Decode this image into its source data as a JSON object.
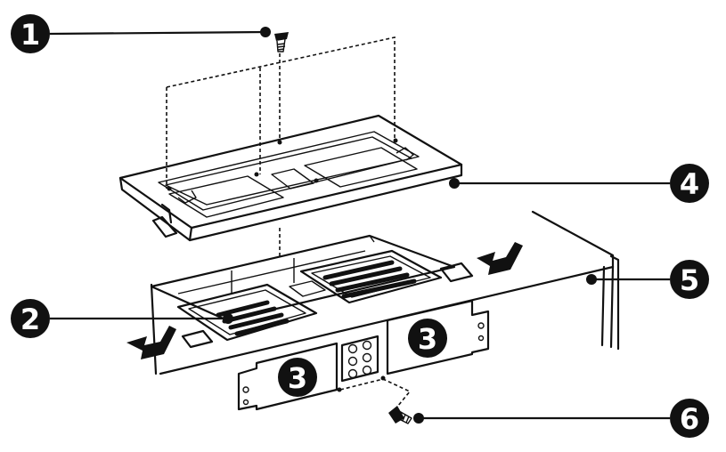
{
  "callouts": [
    {
      "id": "c1",
      "label": "1"
    },
    {
      "id": "c2",
      "label": "2"
    },
    {
      "id": "c4",
      "label": "4"
    },
    {
      "id": "c5",
      "label": "5"
    },
    {
      "id": "c6",
      "label": "6"
    }
  ],
  "plates": [
    {
      "id": "p3a",
      "label": "3"
    },
    {
      "id": "p3b",
      "label": "3"
    }
  ],
  "colors": {
    "ink": "#111111",
    "paper": "#ffffff",
    "grille": "#1a1a1a"
  }
}
